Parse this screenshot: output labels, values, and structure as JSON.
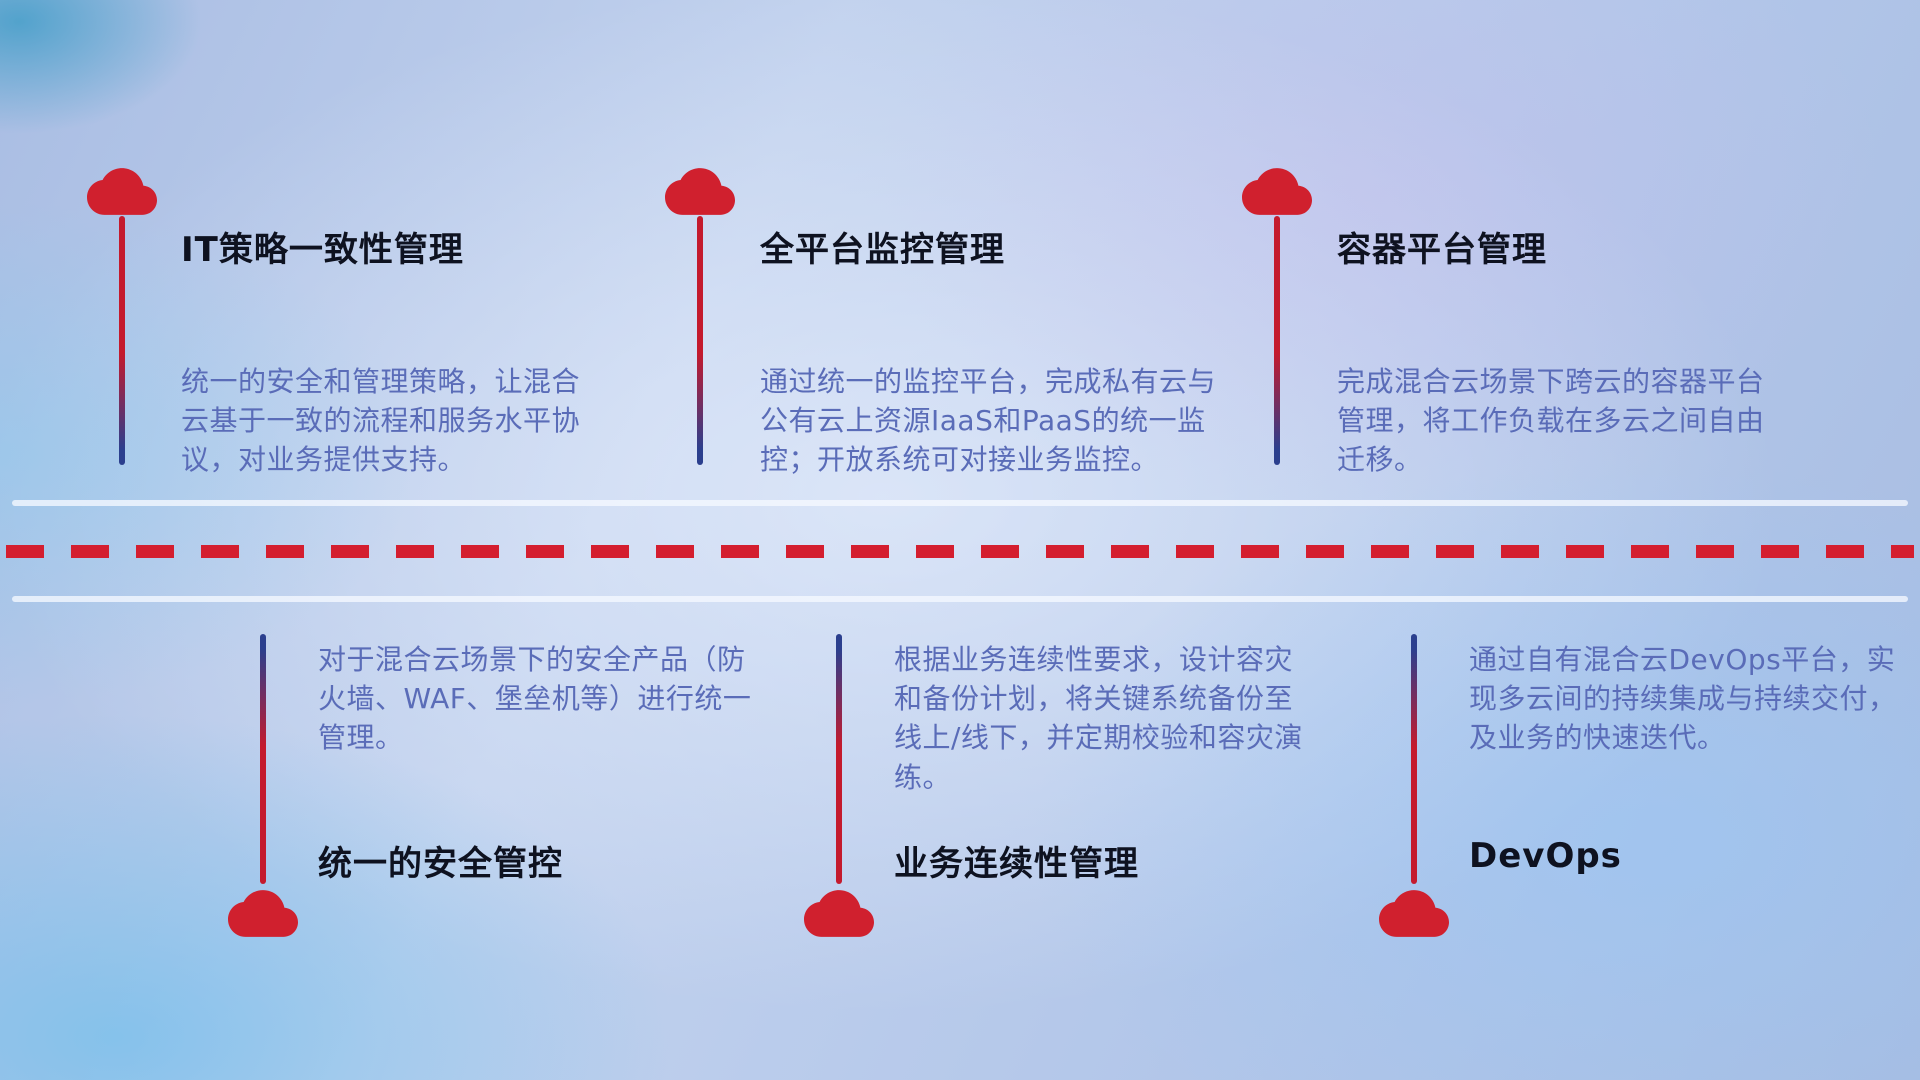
{
  "colors": {
    "accent_red": "#d0202e",
    "accent_blue": "#2b3f8e",
    "title_text": "#0e1220",
    "desc_text": "#5a6cb8",
    "divider_light": "#f5f9ff"
  },
  "top_items": [
    {
      "title": "IT策略一致性管理",
      "desc": "统一的安全和管理策略，让混合云基于一致的流程和服务水平协议，对业务提供支持。"
    },
    {
      "title": "全平台监控管理",
      "desc": "通过统一的监控平台，完成私有云与公有云上资源IaaS和PaaS的统一监控；开放系统可对接业务监控。"
    },
    {
      "title": "容器平台管理",
      "desc": "完成混合云场景下跨云的容器平台管理，将工作负载在多云之间自由迁移。"
    }
  ],
  "bottom_items": [
    {
      "title": "统一的安全管控",
      "desc": "对于混合云场景下的安全产品（防火墙、WAF、堡垒机等）进行统一管理。"
    },
    {
      "title": "业务连续性管理",
      "desc": "根据业务连续性要求，设计容灾和备份计划，将关键系统备份至线上/线下，并定期校验和容灾演练。"
    },
    {
      "title": "DevOps",
      "desc": "通过自有混合云DevOps平台，实现多云间的持续集成与持续交付，及业务的快速迭代。"
    }
  ]
}
